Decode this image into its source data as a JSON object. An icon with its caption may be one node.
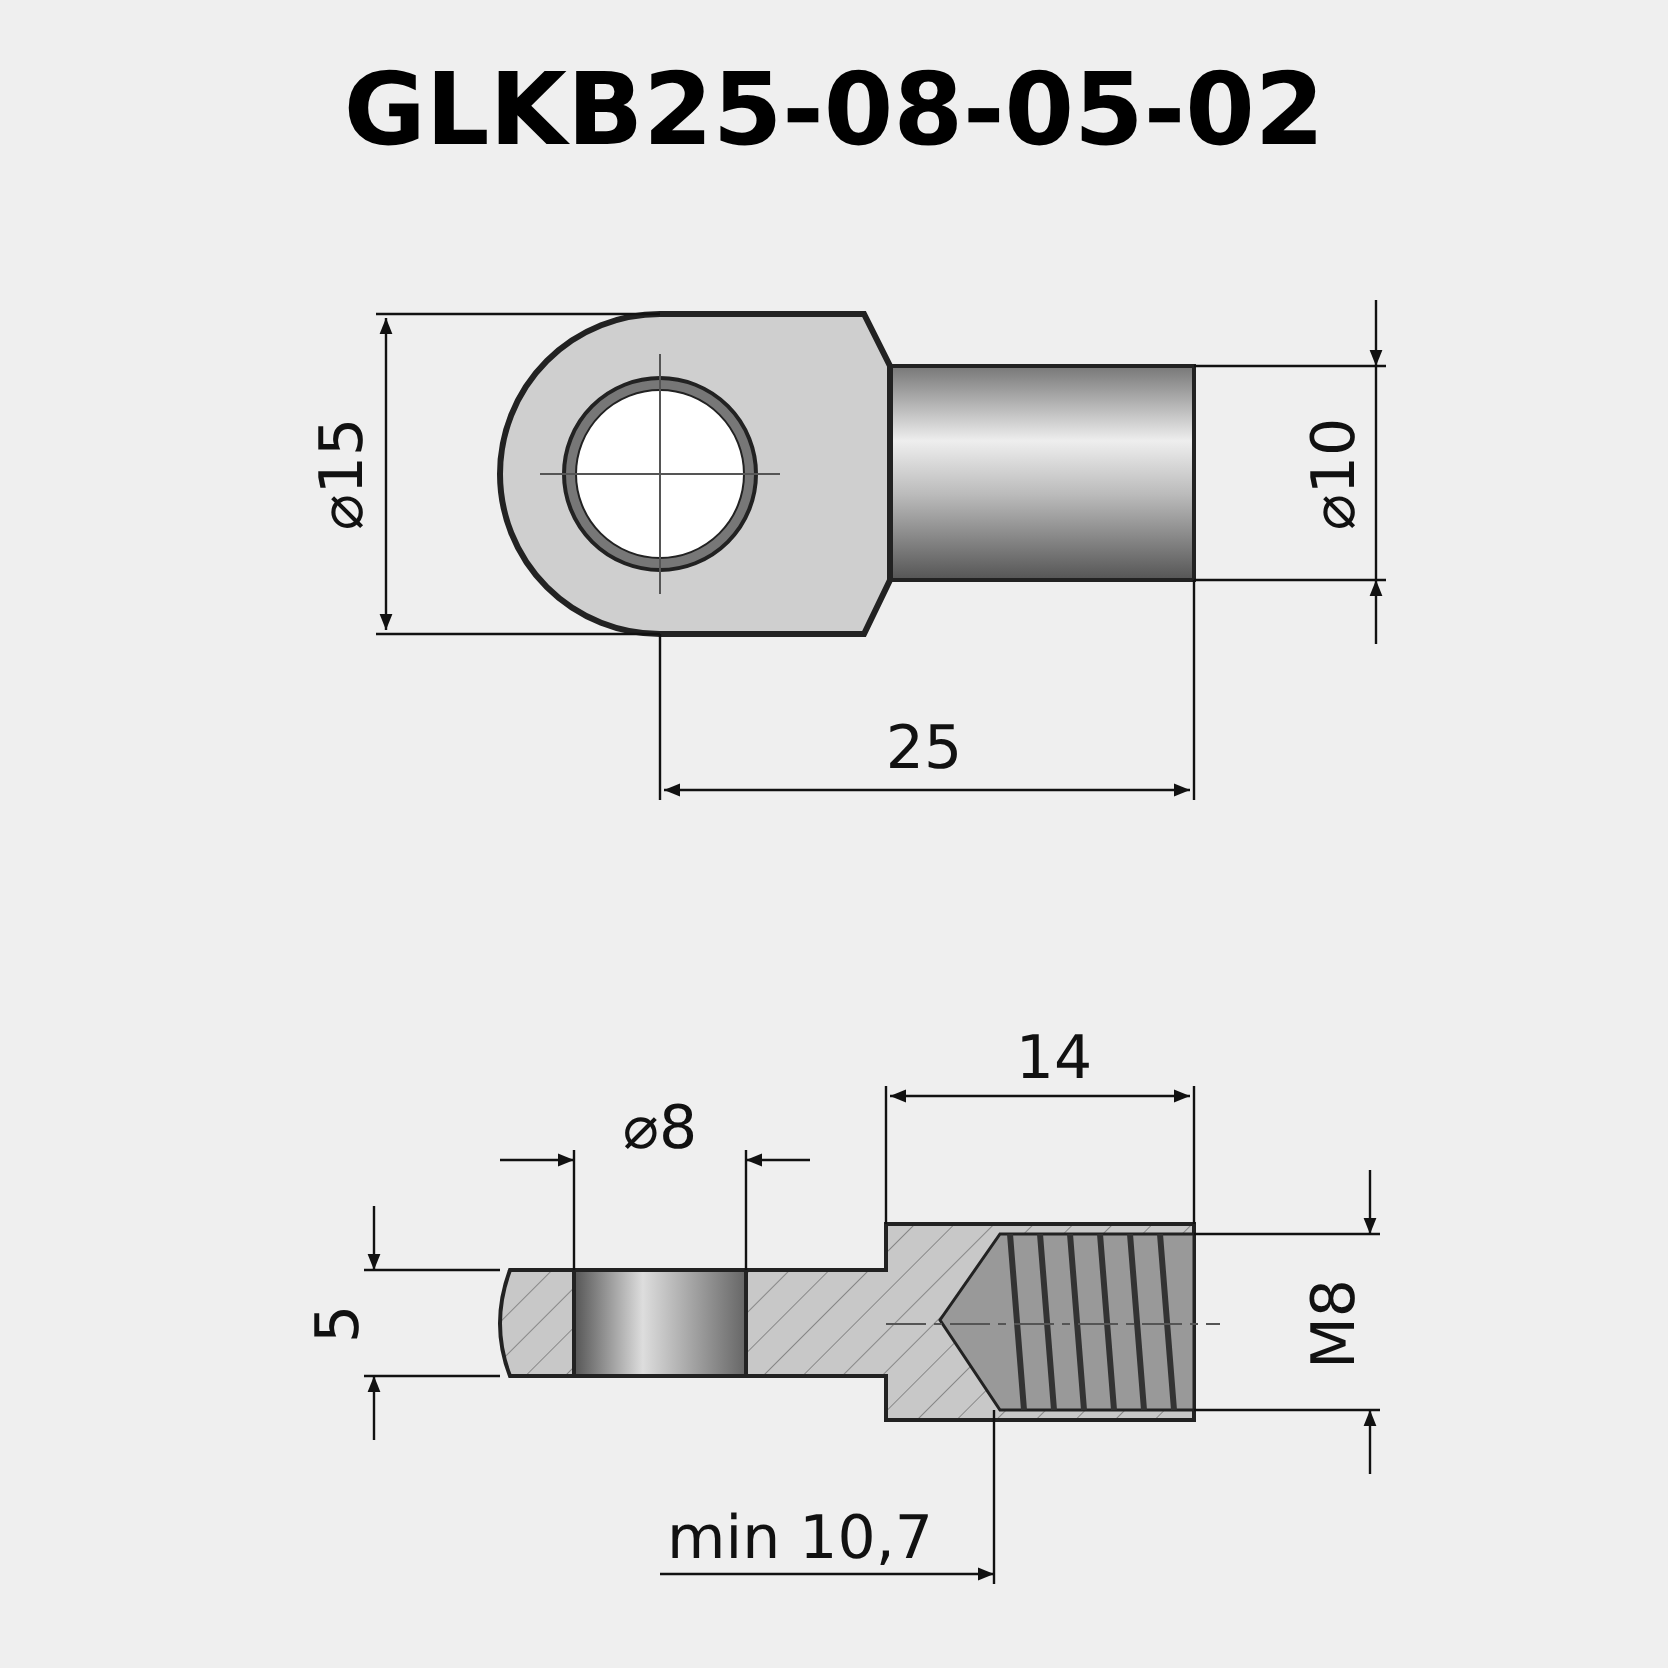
{
  "diagram": {
    "title": "GLKB25-08-05-02",
    "labels": [
      "⌀15",
      "⌀10",
      "25",
      "14",
      "⌀8",
      "5",
      "M8",
      "min 10,7"
    ]
  }
}
